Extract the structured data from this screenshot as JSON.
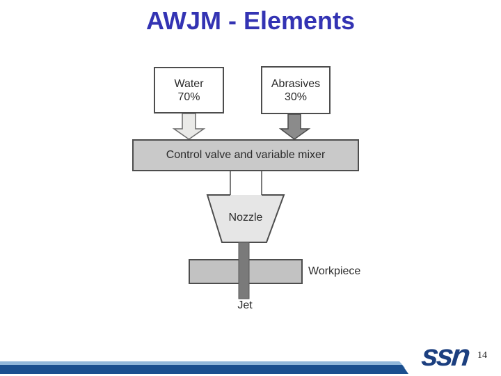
{
  "slide": {
    "title": "AWJM - Elements",
    "page_number": "14"
  },
  "diagram": {
    "water_box": {
      "title": "Water",
      "value": "70%"
    },
    "abrasives_box": {
      "title": "Abrasives",
      "value": "30%"
    },
    "mixer_label": "Control valve and variable mixer",
    "nozzle_label": "Nozzle",
    "workpiece_label": "Workpiece",
    "jet_label": "Jet"
  },
  "footer": {
    "logo_text": "ssn"
  },
  "colors": {
    "title_blue": "#3333b3",
    "footer_dark_blue": "#1b4f8f",
    "footer_light_blue": "#92b7da",
    "logo_navy": "#1c3f7f",
    "light_arrow_fill": "#eaeae8",
    "dark_arrow_fill": "#8b8b8b",
    "mixer_fill": "#c9c9c9",
    "nozzle_fill": "#e6e6e6",
    "workpiece_fill": "#c2c2c2",
    "jet_fill": "#7a7a7a",
    "outline_gray": "#4d4d4d"
  }
}
